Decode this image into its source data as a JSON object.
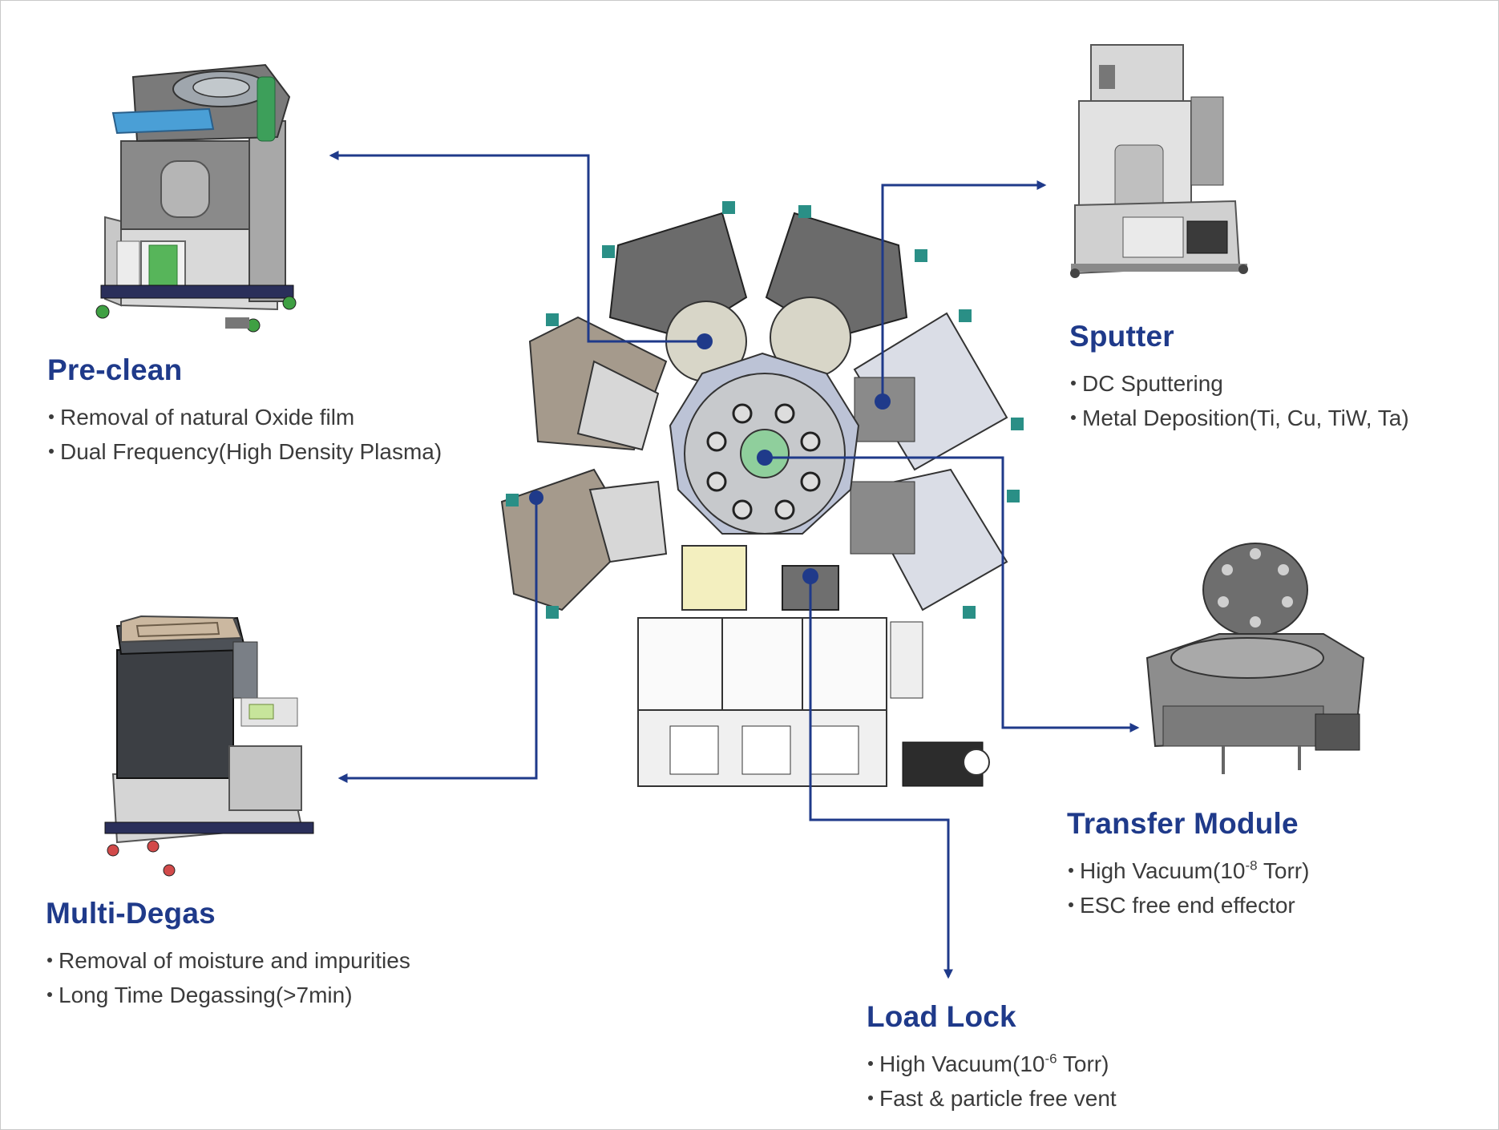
{
  "colors": {
    "accent": "#1f3a8a",
    "text": "#3b3b3b"
  },
  "preclean": {
    "title": "Pre-clean",
    "bullets": [
      "Removal of natural Oxide film",
      "Dual Frequency(High Density Plasma)"
    ]
  },
  "multidegas": {
    "title": "Multi-Degas",
    "bullets": [
      "Removal of moisture and impurities",
      "Long Time Degassing(>7min)"
    ]
  },
  "sputter": {
    "title": "Sputter",
    "bullets": [
      "DC Sputtering",
      "Metal Deposition(Ti, Cu, TiW, Ta)"
    ]
  },
  "transfer": {
    "title": "Transfer Module",
    "b1_pre": "High Vacuum(10",
    "b1_sup": "-8",
    "b1_post": " Torr)",
    "b2": "ESC free end effector"
  },
  "loadlock": {
    "title": "Load Lock",
    "b1_pre": "High Vacuum(10",
    "b1_sup": "-6",
    "b1_post": " Torr)",
    "b2": "Fast & particle free vent"
  }
}
